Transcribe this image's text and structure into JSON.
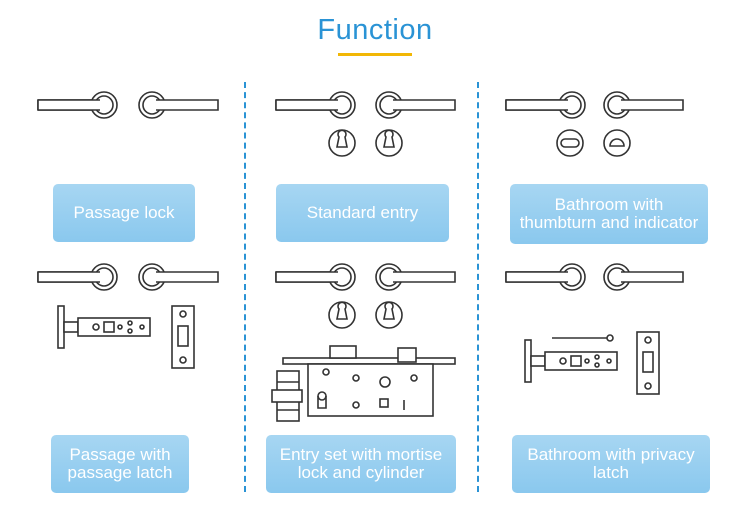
{
  "title": "Function",
  "colors": {
    "accent": "#2a93d5",
    "underline": "#f2b705",
    "label_bg": "#96cdef",
    "drawing": "#333333"
  },
  "functions": [
    {
      "label": "Passage lock",
      "icons": [
        "lever-handle-pair-icon"
      ]
    },
    {
      "label": "Standard entry",
      "icons": [
        "lever-handle-pair-icon",
        "keyhole-escutcheon-icon"
      ]
    },
    {
      "label": "Bathroom with thumbturn and indicator",
      "icons": [
        "lever-handle-pair-icon",
        "thumbturn-icon",
        "indicator-icon"
      ]
    },
    {
      "label": "Passage with passage latch",
      "icons": [
        "lever-handle-pair-icon",
        "tubular-latch-icon",
        "strike-plate-icon"
      ]
    },
    {
      "label": "Entry set with mortise lock and cylinder",
      "icons": [
        "lever-handle-pair-icon",
        "keyhole-escutcheon-icon",
        "mortise-lock-icon",
        "cylinder-icon"
      ]
    },
    {
      "label": "Bathroom with privacy latch",
      "icons": [
        "lever-handle-pair-icon",
        "emergency-key-icon",
        "tubular-latch-icon",
        "strike-plate-icon"
      ]
    }
  ]
}
